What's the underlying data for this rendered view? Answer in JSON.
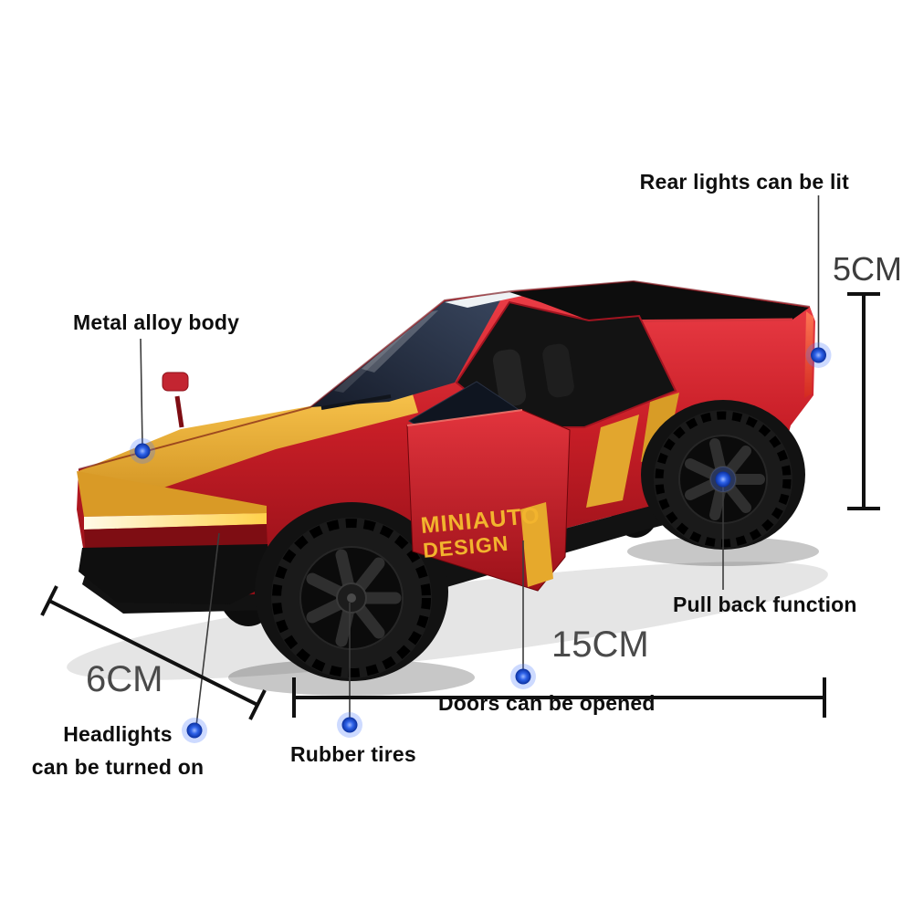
{
  "page": {
    "background": "#ffffff"
  },
  "product": {
    "name": "diecast pickup truck model",
    "decal_line1": "MINIAUTO",
    "decal_line2": "DESIGN",
    "colors": {
      "body": "#c92028",
      "hood_accent": "#e2a62e",
      "tires": "#1a1a1a",
      "callout_dot": "#2e62e8",
      "dimension_line": "#111111",
      "label_text": "#0e0e0e",
      "dimension_text": "#4a4a4a",
      "decal_text": "#f2b42e"
    }
  },
  "callouts": [
    {
      "id": "rear-lights",
      "label": "Rear lights can be lit"
    },
    {
      "id": "metal-body",
      "label": "Metal alloy body"
    },
    {
      "id": "pull-back",
      "label": "Pull back function"
    },
    {
      "id": "doors",
      "label": "Doors can be opened"
    },
    {
      "id": "rubber-tires",
      "label": "Rubber tires"
    },
    {
      "id": "headlights",
      "label_line1": "Headlights",
      "label_line2": "can be turned on"
    }
  ],
  "dimensions": {
    "height": "5CM",
    "length": "15CM",
    "width": "6CM"
  }
}
